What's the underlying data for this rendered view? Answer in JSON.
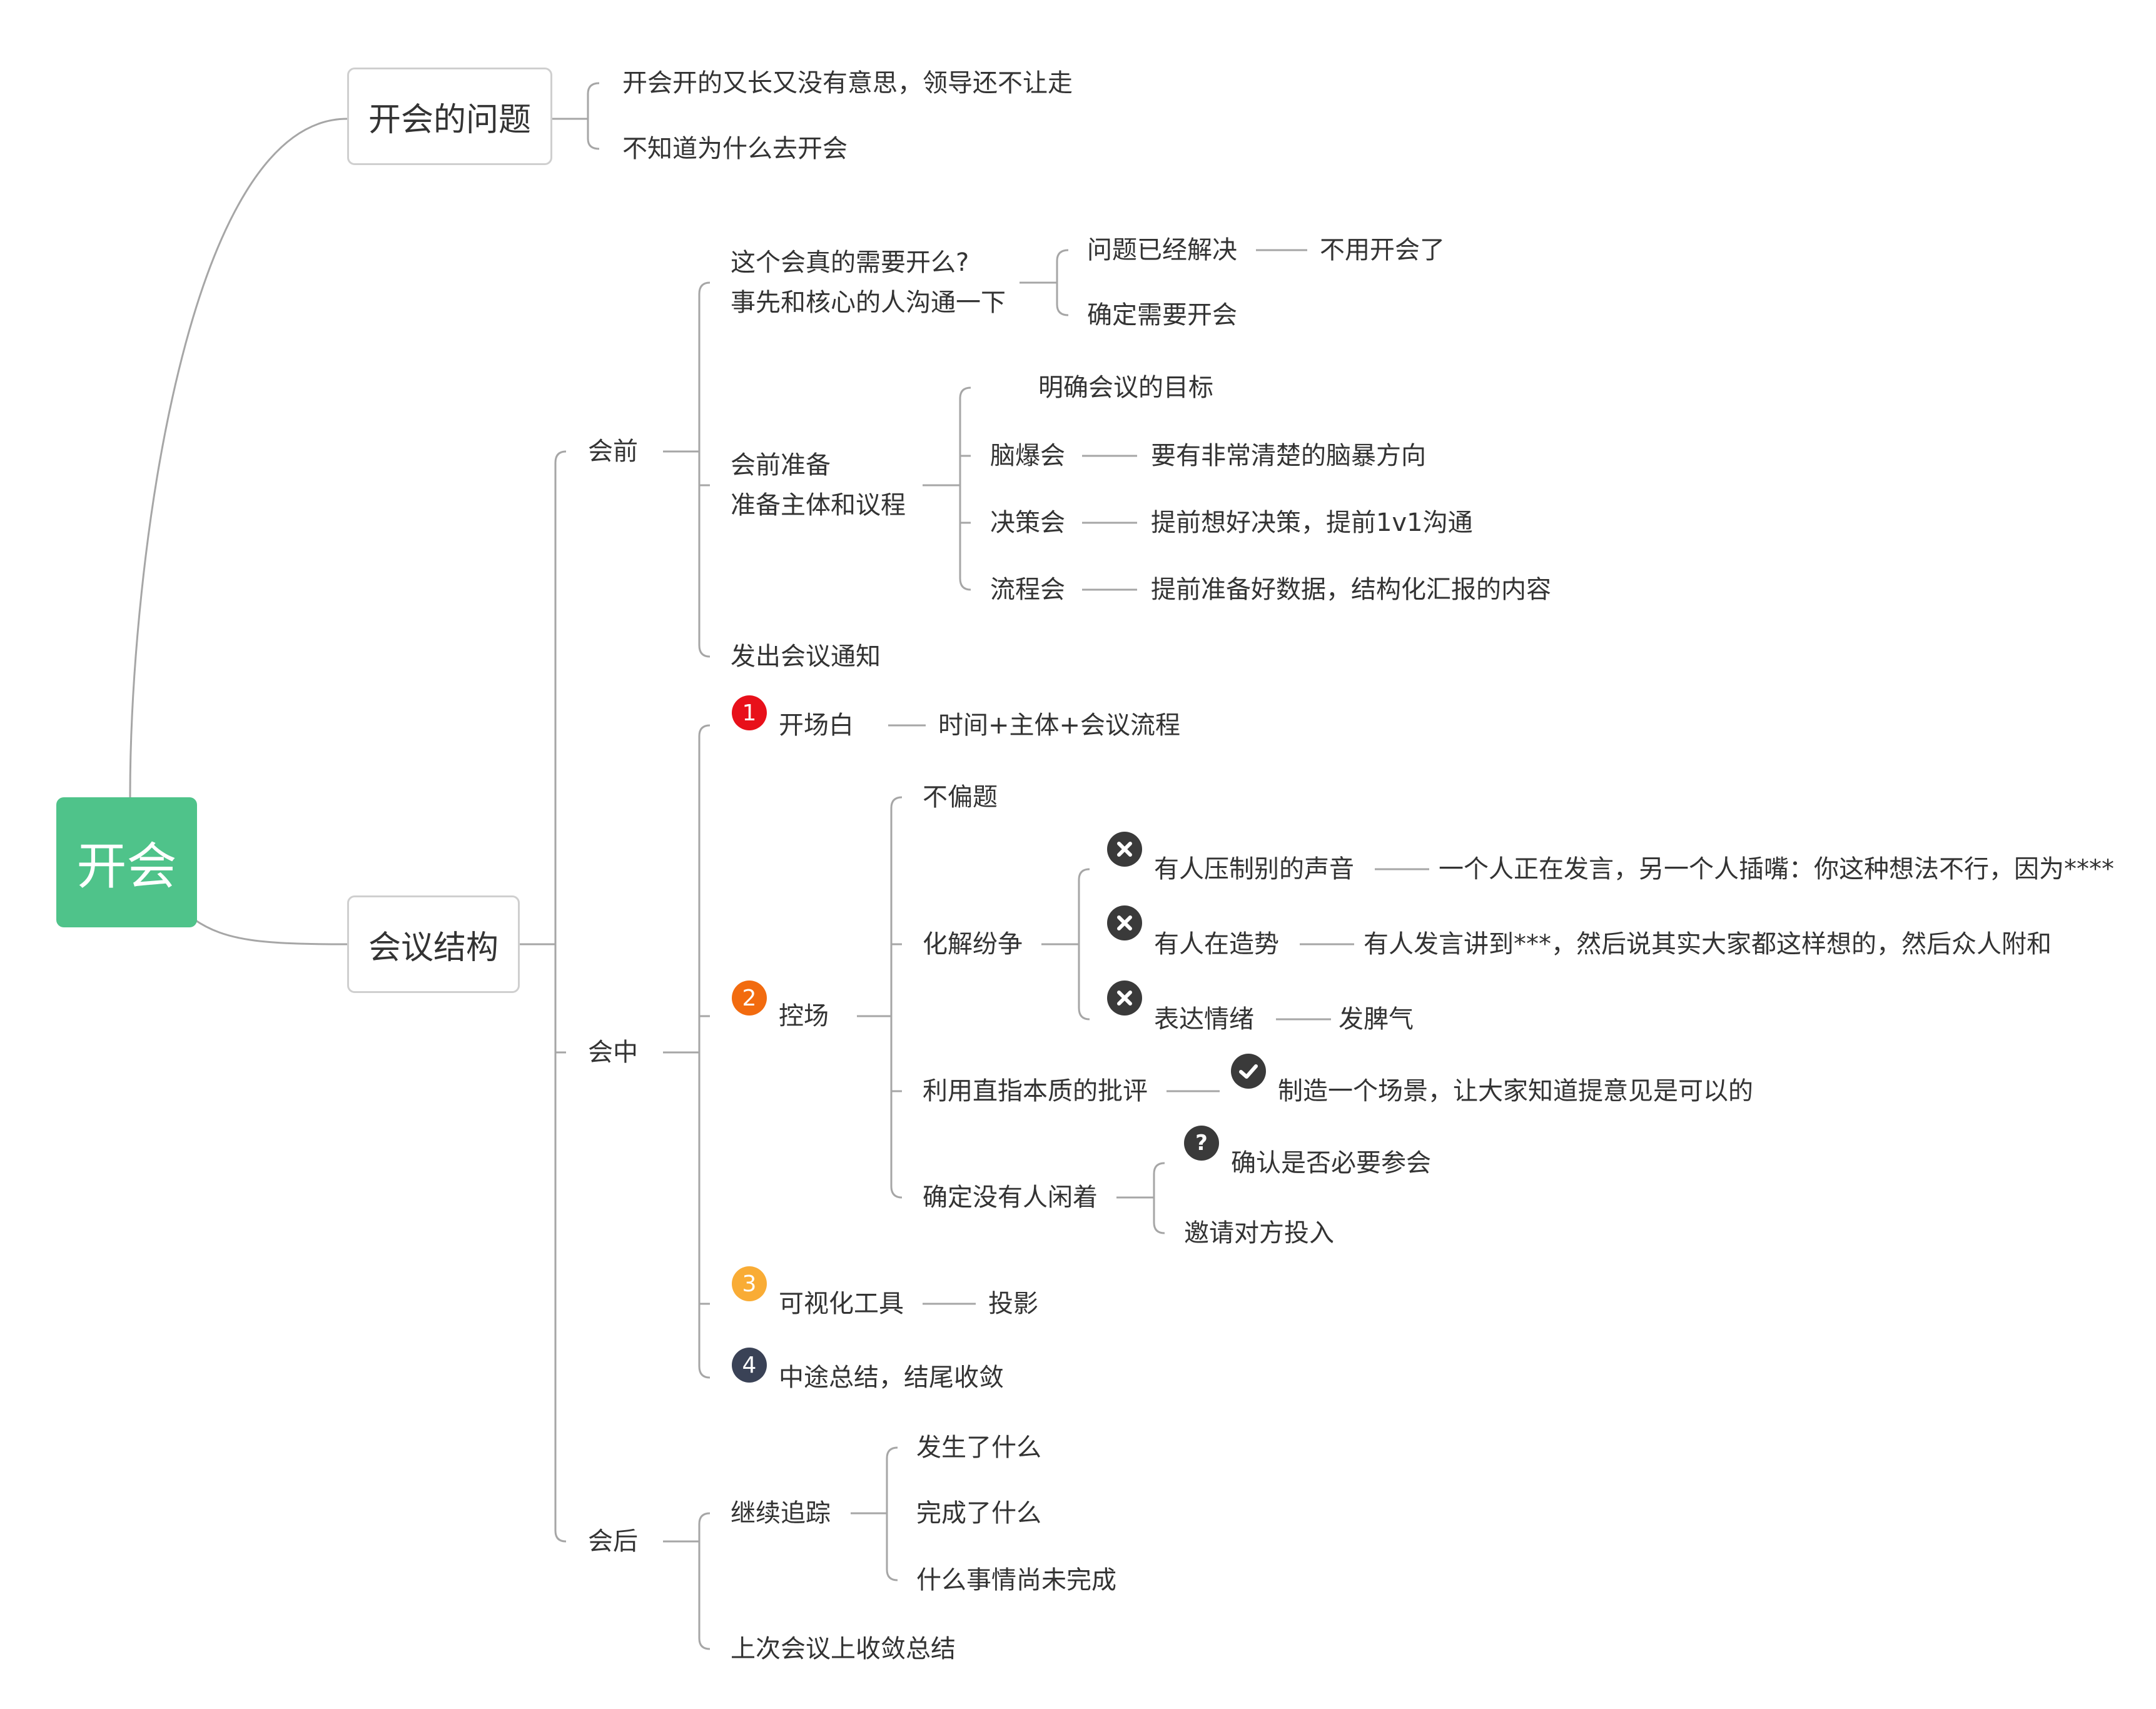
{
  "root": {
    "label": "开会"
  },
  "problems": {
    "label": "开会的问题",
    "items": [
      "开会开的又长又没有意思，领导还不让走",
      "不知道为什么去开会"
    ]
  },
  "structure": {
    "label": "会议结构",
    "before": {
      "label": "会前",
      "need": {
        "line1": "这个会真的需要开么?",
        "line2": "事先和核心的人沟通一下",
        "solved": "问题已经解决",
        "no_meeting": "不用开会了",
        "confirm": "确定需要开会"
      },
      "prepare": {
        "line1": "会前准备",
        "line2": "准备主体和议程",
        "goal": "明确会议的目标",
        "brainstorm": "脑爆会",
        "brainstorm_detail": "要有非常清楚的脑暴方向",
        "decision": "决策会",
        "decision_detail": "提前想好决策，提前1v1沟通",
        "process": "流程会",
        "process_detail": "提前准备好数据，结构化汇报的内容"
      },
      "notice": "发出会议通知"
    },
    "during": {
      "label": "会中",
      "opening": {
        "num": "1",
        "label": "开场白",
        "detail": "时间+主体+会议流程"
      },
      "control": {
        "num": "2",
        "label": "控场",
        "on_topic": "不偏题",
        "dispute": {
          "label": "化解纷争",
          "suppress": "有人压制别的声音",
          "suppress_detail": "一个人正在发言，另一个人插嘴：你这种想法不行，因为****",
          "trend": "有人在造势",
          "trend_detail": "有人发言讲到***，然后说其实大家都这样想的，然后众人附和",
          "emotion": "表达情绪",
          "emotion_detail": "发脾气"
        },
        "critique": "利用直指本质的批评",
        "critique_detail": "制造一个场景，让大家知道提意见是可以的",
        "idle": "确定没有人闲着",
        "idle_confirm": "确认是否必要参会",
        "idle_invite": "邀请对方投入"
      },
      "visual": {
        "num": "3",
        "label": "可视化工具",
        "detail": "投影"
      },
      "summary": {
        "num": "4",
        "label": "中途总结，结尾收敛"
      }
    },
    "after": {
      "label": "会后",
      "track": {
        "label": "继续追踪",
        "items": [
          "发生了什么",
          "完成了什么",
          "什么事情尚未完成"
        ]
      },
      "converge": "上次会议上收敛总结"
    }
  },
  "colors": {
    "root": "#4fc38a",
    "line": "#a6a6a6",
    "badge1": "#e8101a",
    "badge2": "#f26b0f",
    "badge3": "#f9ac35",
    "badge4": "#3a4256",
    "symbol": "#3a3a3a"
  },
  "icons": {
    "suppress": "cross-icon",
    "trend": "cross-icon",
    "emotion": "cross-icon",
    "critique": "check-icon",
    "idle_confirm": "question-icon"
  }
}
